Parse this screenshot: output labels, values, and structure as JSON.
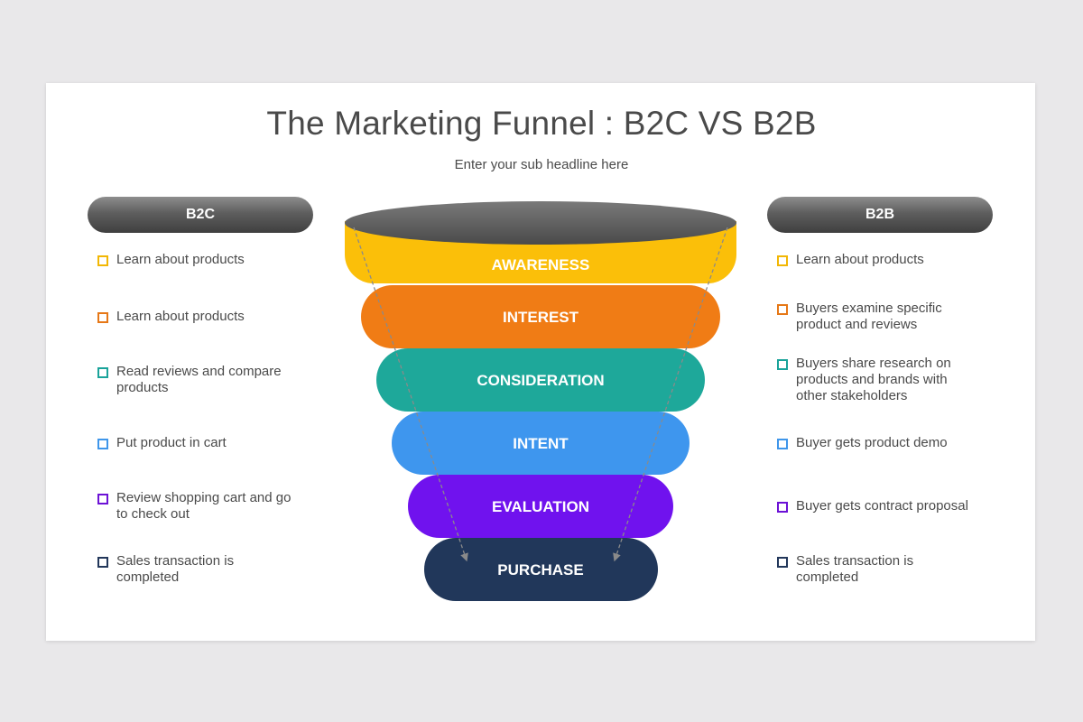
{
  "header": {
    "title": "The Marketing Funnel : B2C VS B2B",
    "subtitle": "Enter your sub headline here"
  },
  "b2c": {
    "label": "B2C",
    "items": [
      {
        "text": "Learn about products",
        "color": "#f2b705"
      },
      {
        "text": "Learn about products",
        "color": "#e67817"
      },
      {
        "text": "Read reviews and compare products",
        "color": "#1aa39a"
      },
      {
        "text": "Put product in cart",
        "color": "#3f96ea"
      },
      {
        "text": "Review shopping cart and go to check out",
        "color": "#6c12d6"
      },
      {
        "text": "Sales transaction is completed",
        "color": "#22375a"
      }
    ]
  },
  "b2b": {
    "label": "B2B",
    "items": [
      {
        "text": "Learn about products",
        "color": "#f2b705"
      },
      {
        "text": "Buyers examine specific product and reviews",
        "color": "#e67817"
      },
      {
        "text": "Buyers share research on products and brands with other stakeholders",
        "color": "#1aa39a"
      },
      {
        "text": "Buyer gets product demo",
        "color": "#3f96ea"
      },
      {
        "text": "Buyer gets contract proposal",
        "color": "#6c12d6"
      },
      {
        "text": "Sales transaction is completed",
        "color": "#22375a"
      }
    ]
  },
  "funnel": {
    "stages": [
      {
        "label": "AWARENESS",
        "color": "#fbbf09"
      },
      {
        "label": "INTEREST",
        "color": "#f07c15"
      },
      {
        "label": "CONSIDERATION",
        "color": "#1ea89a"
      },
      {
        "label": "INTENT",
        "color": "#3e96ee"
      },
      {
        "label": "EVALUATION",
        "color": "#7012ee"
      },
      {
        "label": "PURCHASE",
        "color": "#21375a"
      }
    ],
    "rim_color": "#555555"
  }
}
